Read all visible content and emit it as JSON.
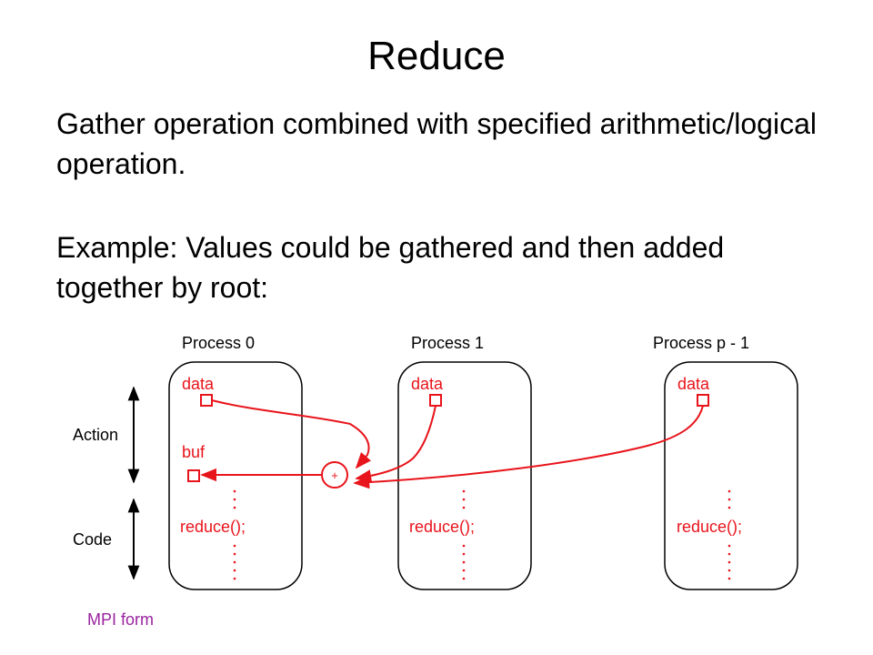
{
  "title": "Reduce",
  "paragraphs": [
    "Gather operation combined with specified arithmetic/logical operation.",
    "Example: Values could be gathered and then added together by root:"
  ],
  "diagram": {
    "processes": [
      {
        "label": "Process 0",
        "data_label": "data",
        "buf_label": "buf",
        "call_label": "reduce();"
      },
      {
        "label": "Process 1",
        "data_label": "data",
        "call_label": "reduce();"
      },
      {
        "label": "Process p - 1",
        "data_label": "data",
        "call_label": "reduce();"
      }
    ],
    "side_labels": {
      "action": "Action",
      "code": "Code"
    },
    "operator_symbol": "+",
    "footer": "MPI form",
    "colors": {
      "accent": "#e8141b",
      "footer": "#9a22a0",
      "outline": "#000000"
    }
  }
}
